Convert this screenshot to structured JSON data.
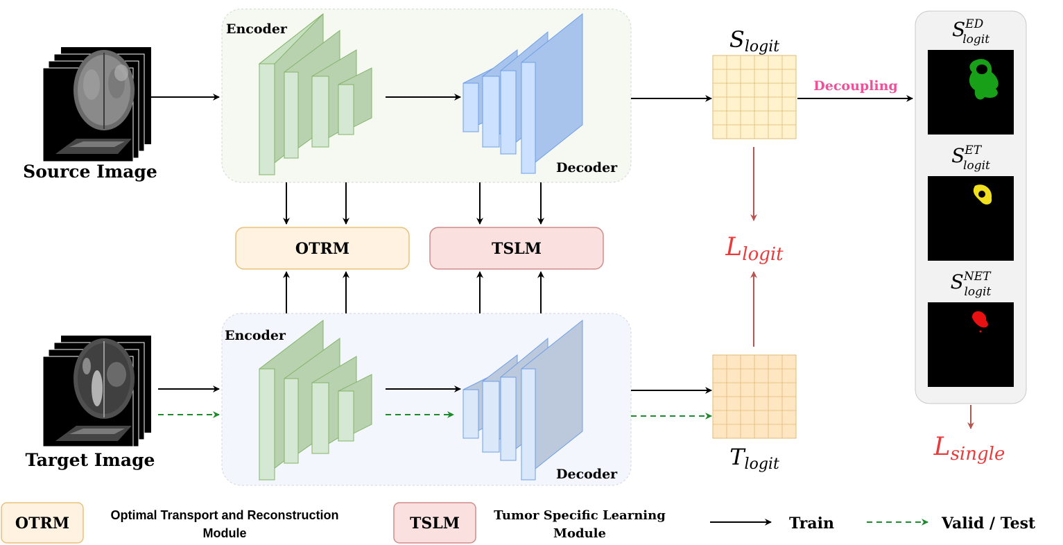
{
  "inputs": {
    "source_label": "Source Image",
    "target_label": "Target Image"
  },
  "network": {
    "encoder_label": "Encoder",
    "decoder_label": "Decoder"
  },
  "modules": {
    "otrm": "OTRM",
    "tslm": "TSLM"
  },
  "logits": {
    "s_main": "S",
    "s_sub": "logit",
    "t_main": "T",
    "t_sub": "logit",
    "decoupling": "Decoupling",
    "loss_logit_main": "L",
    "loss_logit_sub": "logit",
    "loss_single_main": "L",
    "loss_single_sub": "single"
  },
  "decoupled": [
    {
      "main": "S",
      "sup": "ED",
      "sub": "logit"
    },
    {
      "main": "S",
      "sup": "ET",
      "sub": "logit"
    },
    {
      "main": "S",
      "sup": "NET",
      "sub": "logit"
    }
  ],
  "legend": {
    "otrm_abbr": "OTRM",
    "otrm_line1": "Optimal Transport and Reconstruction",
    "otrm_line2": "Module",
    "tslm_abbr": "TSLM",
    "tslm_line1": "Tumor Specific Learning",
    "tslm_line2": "Module",
    "train": "Train",
    "valid_test": "Valid / Test"
  },
  "colors": {
    "encoder_fill": "#d5e8d4",
    "encoder_stroke": "#82b366",
    "decoder_fill": "#cce0ff",
    "decoder_stroke": "#6c9ee8",
    "otrm_fill": "#fff2e0",
    "otrm_stroke": "#e8c07a",
    "tslm_fill": "#fbe0e0",
    "tslm_stroke": "#d08a8a",
    "s_grid_fill": "#fff2cc",
    "t_grid_fill": "#ffe6c2",
    "grid_stroke": "#e0b870",
    "loss_red": "#e83b3b",
    "loss_arrow": "#b85450",
    "decoupling_pink": "#f0509a",
    "valid_green": "#1a8a2a",
    "ed_mask": "#18a018",
    "et_mask": "#f0e020",
    "net_mask": "#e81010"
  }
}
